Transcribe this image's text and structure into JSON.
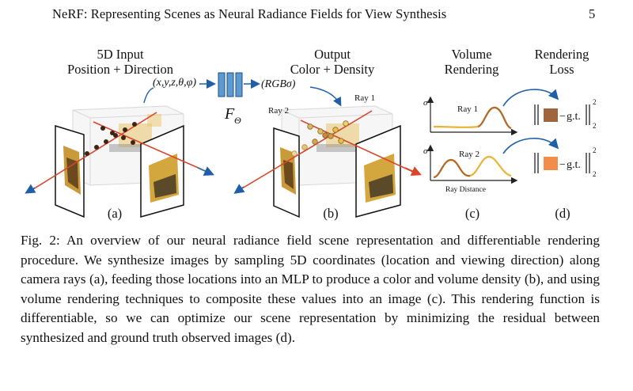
{
  "header": {
    "running_title": "NeRF: Representing Scenes as Neural Radiance Fields for View Synthesis",
    "page_number": "5"
  },
  "figure": {
    "panel_a": {
      "title_line1": "5D Input",
      "title_line2": "Position + Direction",
      "input_label": "(x,y,z,θ,φ)",
      "sublabel": "(a)"
    },
    "network": {
      "label_main": "F",
      "label_sub": "Θ"
    },
    "panel_b": {
      "title_line1": "Output",
      "title_line2": "Color + Density",
      "output_label": "(RGBσ)",
      "ray1_label": "Ray 1",
      "ray2_label": "Ray 2",
      "sublabel": "(b)"
    },
    "panel_c": {
      "title_line1": "Volume",
      "title_line2": "Rendering",
      "sigma_label": "σ",
      "ray1_label": "Ray 1",
      "ray2_label": "Ray 2",
      "x_axis_label": "Ray Distance",
      "sublabel": "(c)"
    },
    "panel_d": {
      "title_line1": "Rendering",
      "title_line2": "Loss",
      "gt_label": "g.t.",
      "minus": "−",
      "exponent": "2",
      "subscript": "2",
      "sublabel": "(d)",
      "swatch1_color": "#a0653a",
      "swatch2_color": "#f28c4a"
    },
    "colors": {
      "ray_red": "#d9442b",
      "ray_blue": "#2a6fb5",
      "mlp_blue": "#5c9bd1",
      "arrow_blue": "#1f5fa8",
      "curve_yellow": "#e8b436",
      "curve_brown": "#b26a2c"
    }
  },
  "caption": {
    "text": "Fig. 2: An overview of our neural radiance field scene representation and differentiable rendering procedure. We synthesize images by sampling 5D coordinates (location and viewing direction) along camera rays (a), feeding those locations into an MLP to produce a color and volume density (b), and using volume rendering techniques to composite these values into an image (c). This rendering function is differentiable, so we can optimize our scene representation by minimizing the residual between synthesized and ground truth observed images (d)."
  }
}
